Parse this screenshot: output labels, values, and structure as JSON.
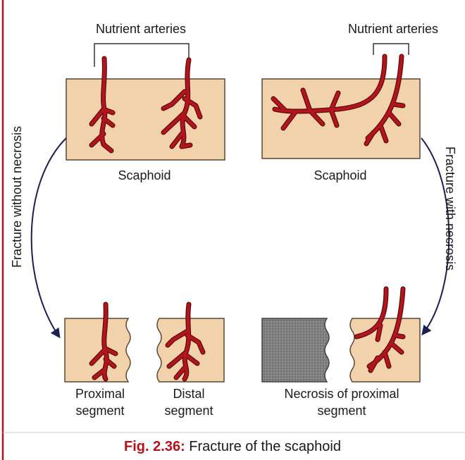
{
  "colors": {
    "bone_fill": "#f1d2aa",
    "bone_stroke": "#5a4636",
    "artery": "#b2151d",
    "artery_edge": "#5e0a0e",
    "necrotic_fill": "#7a7a7a",
    "arrow": "#1d1f4f",
    "left_border": "#b3121d",
    "caption_accent": "#b3121d"
  },
  "labels": {
    "nutrient_left": "Nutrient arteries",
    "nutrient_right": "Nutrient arteries",
    "scaphoid_left": "Scaphoid",
    "scaphoid_right": "Scaphoid",
    "fracture_without": "Fracture without necrosis",
    "fracture_with": "Fracture with necrosis",
    "proximal_l1": "Proximal",
    "proximal_l2": "segment",
    "distal_l1": "Distal",
    "distal_l2": "segment",
    "necrosis_l1": "Necrosis of proximal",
    "necrosis_l2": "segment"
  },
  "caption": {
    "figure_number": "Fig. 2.36:",
    "text": " Fracture of the scaphoid"
  }
}
